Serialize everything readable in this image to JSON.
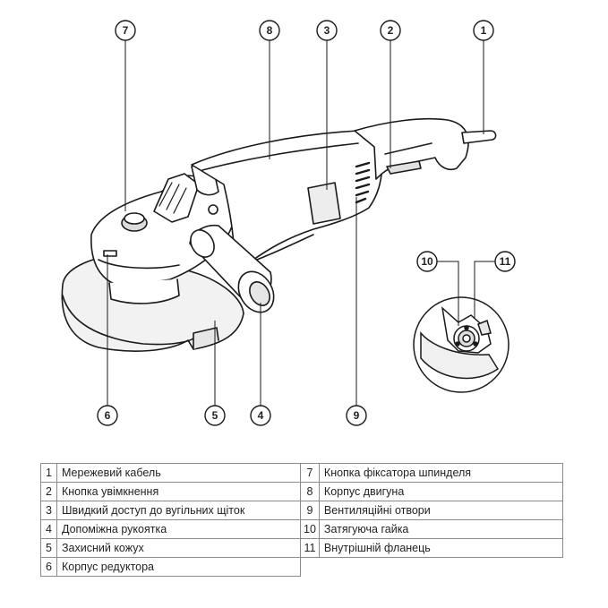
{
  "diagram": {
    "callouts": [
      "1",
      "2",
      "3",
      "4",
      "5",
      "6",
      "7",
      "8",
      "9",
      "10",
      "11"
    ]
  },
  "parts": [
    {
      "num": "1",
      "label": "Мережевий кабель"
    },
    {
      "num": "2",
      "label": "Кнопка увімкнення"
    },
    {
      "num": "3",
      "label": "Швидкий доступ до вугільних щіток"
    },
    {
      "num": "4",
      "label": "Допоміжна рукоятка"
    },
    {
      "num": "5",
      "label": "Захисний кожух"
    },
    {
      "num": "6",
      "label": "Корпус редуктора"
    },
    {
      "num": "7",
      "label": "Кнопка фіксатора шпинделя"
    },
    {
      "num": "8",
      "label": "Корпус двигуна"
    },
    {
      "num": "9",
      "label": "Вентиляційні отвори"
    },
    {
      "num": "10",
      "label": "Затягуюча гайка"
    },
    {
      "num": "11",
      "label": "Внутрішній фланець"
    }
  ]
}
